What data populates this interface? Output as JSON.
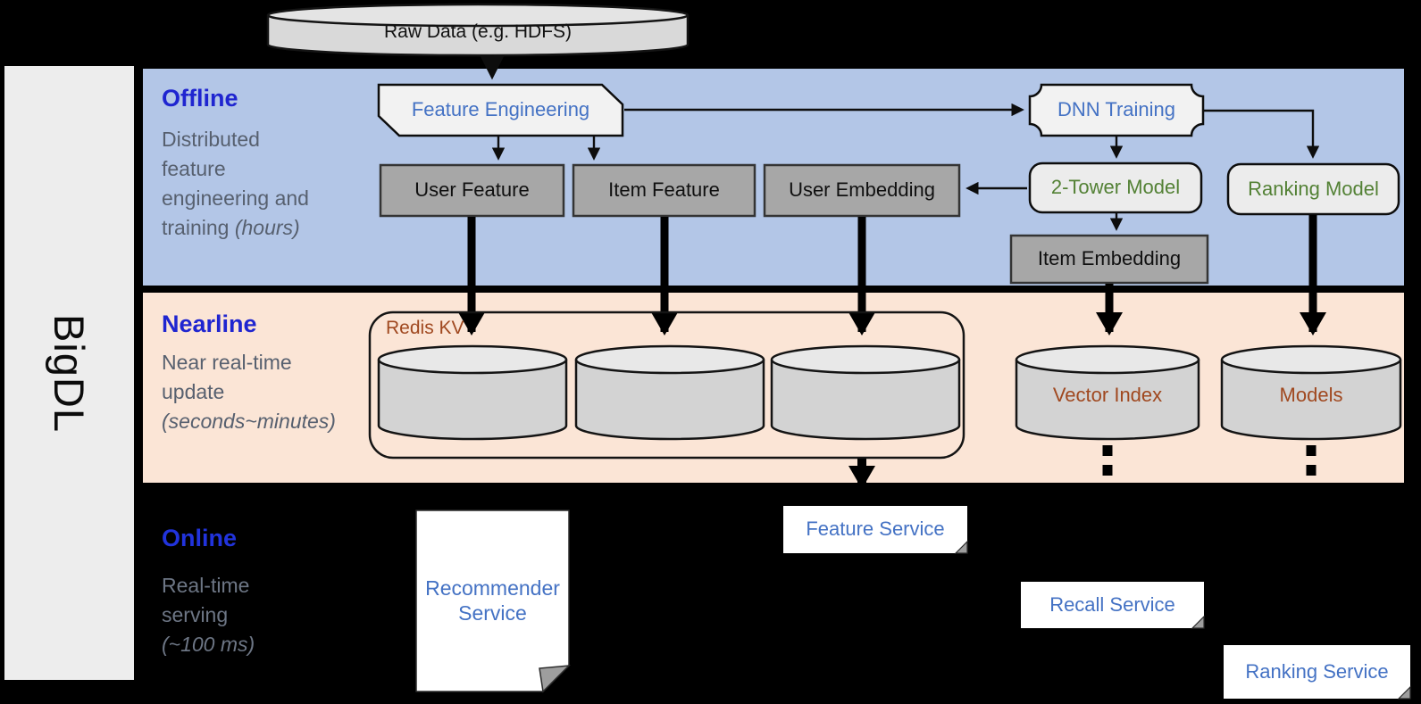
{
  "brand": {
    "label": "BigDL"
  },
  "raw_data": {
    "label": "Raw Data (e.g. HDFS)"
  },
  "bands": {
    "offline": {
      "title": "Offline",
      "subtitle_lines": [
        "Distributed",
        "feature",
        "engineering and"
      ],
      "subtitle_last_normal": "training ",
      "subtitle_last_italic": "(hours)"
    },
    "nearline": {
      "title": "Nearline",
      "subtitle_lines": [
        "Near real-time",
        "update"
      ],
      "subtitle_last_italic": "(seconds~minutes)"
    },
    "online": {
      "title": "Online",
      "subtitle_lines": [
        "Real-time",
        "serving"
      ],
      "subtitle_last_italic": "(~100 ms)"
    }
  },
  "offline_nodes": {
    "feature_engineering": "Feature Engineering",
    "dnn_training": "DNN Training",
    "user_feature": "User Feature",
    "item_feature": "Item Feature",
    "user_embedding": "User Embedding",
    "two_tower_model": "2-Tower Model",
    "ranking_model": "Ranking Model",
    "item_embedding": "Item Embedding"
  },
  "nearline_nodes": {
    "redis_kv": "Redis KV",
    "vector_index": "Vector Index",
    "models": "Models"
  },
  "online_nodes": {
    "recommender_line1": "Recommender",
    "recommender_line2": "Service",
    "feature_service": "Feature Service",
    "recall_service": "Recall Service",
    "ranking_service": "Ranking Service"
  },
  "colors": {
    "offline_band": "#b3c6e7",
    "nearline_band": "#fbe5d6",
    "online_background": "#000000",
    "heading_blue": "#1f25d0",
    "node_text_blue": "#4472c4",
    "node_text_green": "#538135",
    "database_text_brown": "#a0481f",
    "gray_box_fill": "#a7a7a7"
  }
}
